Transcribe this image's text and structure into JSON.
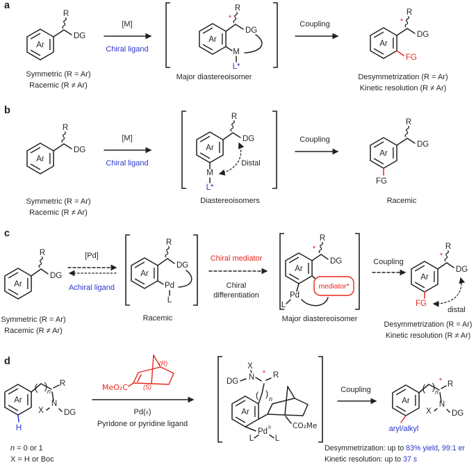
{
  "colors": {
    "ink": "#231f20",
    "blue": "#2b35cf",
    "red": "#e7251d"
  },
  "shared": {
    "atoms": {
      "ar": "Ar",
      "r": "R",
      "dg": "DG",
      "fg": "FG",
      "m": "M",
      "l_star": "L*",
      "l": "L",
      "pd": "Pd",
      "pd_sup": "II",
      "n_atom": "N",
      "x_atom": "X",
      "h": "H",
      "asterisk": "*",
      "n_sub": "n",
      "paren_open": "(",
      "paren_close": ")"
    },
    "captions": {
      "symmetric": "Symmetric (R = Ar)",
      "racemic_substrate": "Racemic (R ≠ Ar)",
      "major_diastereoisomer": "Major diastereoisomer",
      "desymmetrization": "Desymmetrization (R = Ar)",
      "kinetic_resolution": "Kinetic resolution (R ≠ Ar)",
      "racemic": "Racemic"
    },
    "arrow_labels": {
      "m_cat": "[M]",
      "pd_cat": "[Pd]",
      "chiral_ligand": "Chiral ligand",
      "achiral_ligand": "Achiral ligand",
      "coupling": "Coupling"
    }
  },
  "panel_a": {
    "label": "a"
  },
  "panel_b": {
    "label": "b",
    "intermediate_caption": "Diastereoisomers",
    "distal": "Distal"
  },
  "panel_c": {
    "label": "c",
    "mediator_arrow_top": "Chiral mediator",
    "mediator_arrow_bottom1": "Chiral",
    "mediator_arrow_bottom2": "differentiation",
    "mediator_box": "mediator*",
    "distal": "distal"
  },
  "panel_d": {
    "label": "d",
    "reagent": {
      "ester": "MeO₂C",
      "stereo_top": "(R)",
      "stereo_bottom": "(S)"
    },
    "conditions": {
      "pd_pre": "Pd(",
      "pd_sup": "II",
      "pd_post": ")",
      "ligand": "Pyridone or pyridine ligand"
    },
    "ester_product": "CO₂Me",
    "aryl_alkyl": "aryl/alkyl",
    "legend_n_var": "n",
    "legend_n_rest": " = 0 or 1",
    "legend_x": "X = H or Boc",
    "results": {
      "desym_pre": "Desymmetrization: up to ",
      "desym_yield": "83% yield",
      "desym_sep": ", ",
      "desym_er": "99:1 er",
      "kinetic_pre": "Kinetic resolution: up to ",
      "kinetic_value": "37 ",
      "kinetic_unit": "s"
    }
  }
}
